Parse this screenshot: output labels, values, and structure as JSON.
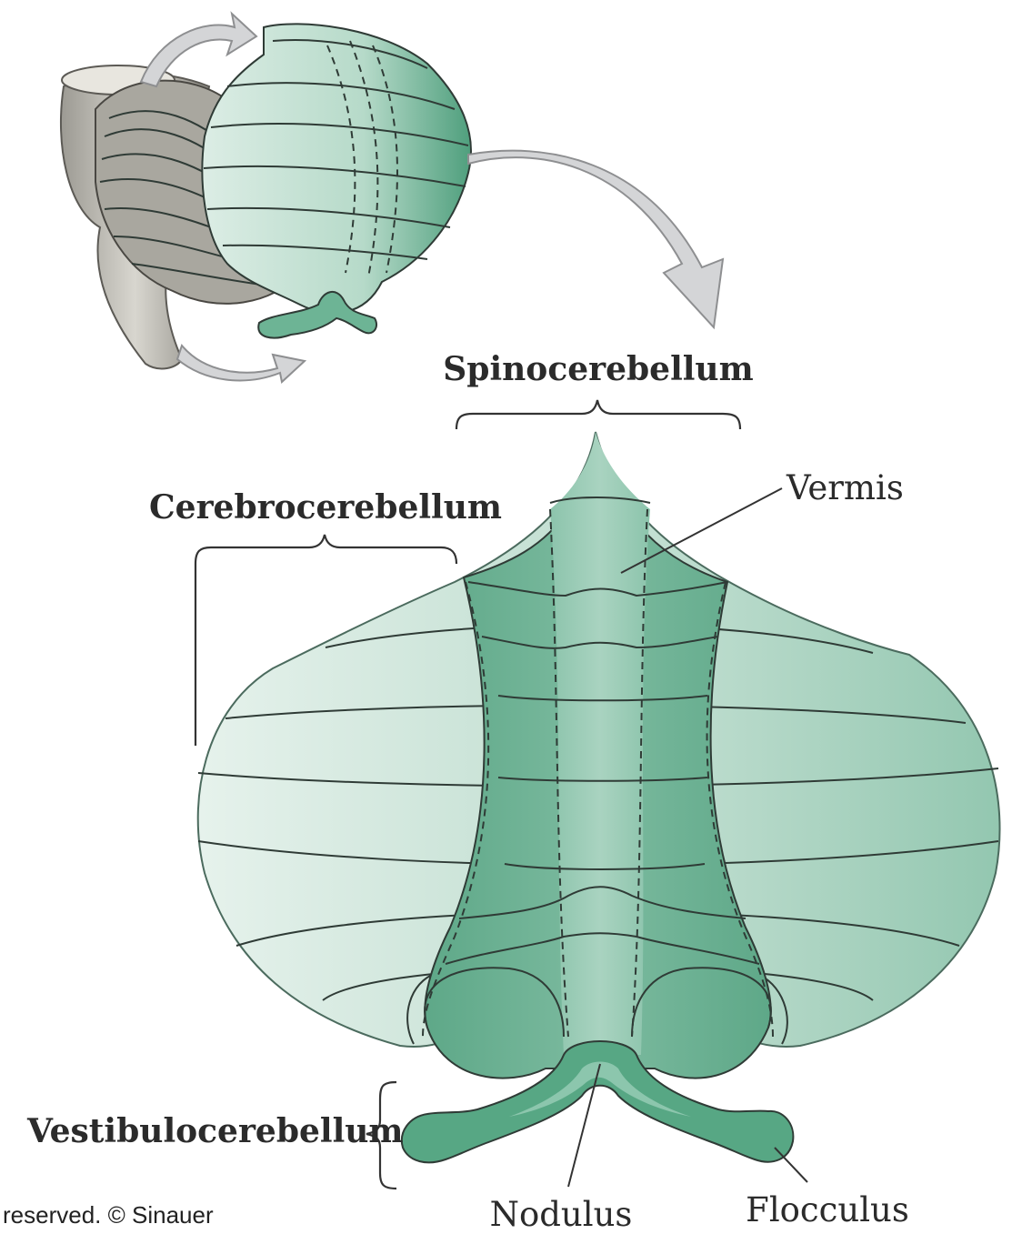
{
  "labels": {
    "spinocerebellum": "Spinocerebellum",
    "cerebrocerebellum": "Cerebrocerebellum",
    "vermis": "Vermis",
    "vestibulocerebellum": "Vestibulocerebellum",
    "nodulus": "Nodulus",
    "flocculus": "Flocculus"
  },
  "credit": "reserved. © Sinauer",
  "colors": {
    "hemisphere_light": "#cfe5db",
    "hemisphere_edge": "#a6cfbe",
    "paravermis": "#6fb597",
    "vermis": "#8ec5ae",
    "flocculonodular": "#5aa886",
    "brainstem": "#bdbbb4",
    "arrow": "#d4d5d7"
  }
}
